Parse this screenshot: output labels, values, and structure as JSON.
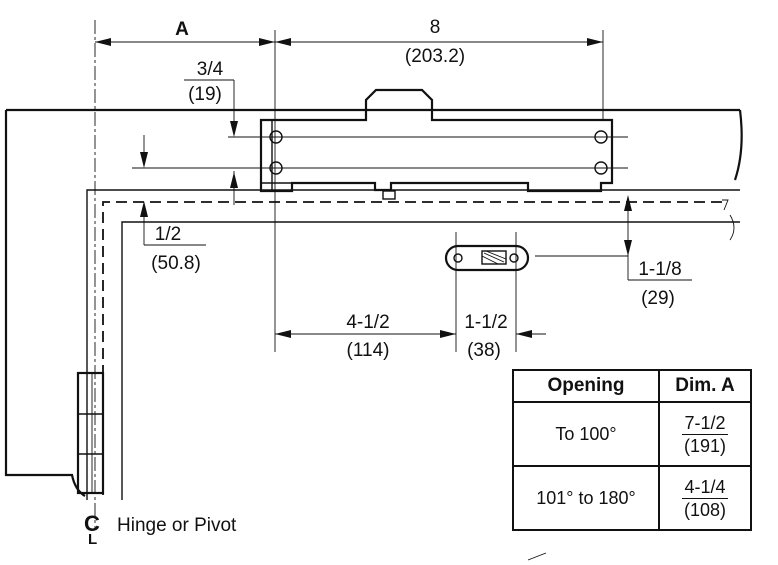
{
  "dimensions": {
    "a_label": "A",
    "width_in": "8",
    "width_mm": "(203.2)",
    "top_offset_in": "3/4",
    "top_offset_mm": "(19)",
    "stop_offset_in": "1/2",
    "stop_offset_mm": "(50.8)",
    "bracket_offset_in": "1-1/8",
    "bracket_offset_mm": "(29)",
    "span_in": "4-1/2",
    "span_mm": "(114)",
    "bracket_width_in": "1-1/2",
    "bracket_width_mm": "(38)"
  },
  "hinge": {
    "centerline_symbol": "C",
    "centerline_sub": "L",
    "label": "Hinge or Pivot"
  },
  "table": {
    "headers": [
      "Opening",
      "Dim. A"
    ],
    "rows": [
      {
        "opening": "To 100°",
        "dim_in": "7-1/2",
        "dim_mm": "(191)"
      },
      {
        "opening": "101° to 180°",
        "dim_in": "4-1/4",
        "dim_mm": "(108)"
      }
    ]
  }
}
